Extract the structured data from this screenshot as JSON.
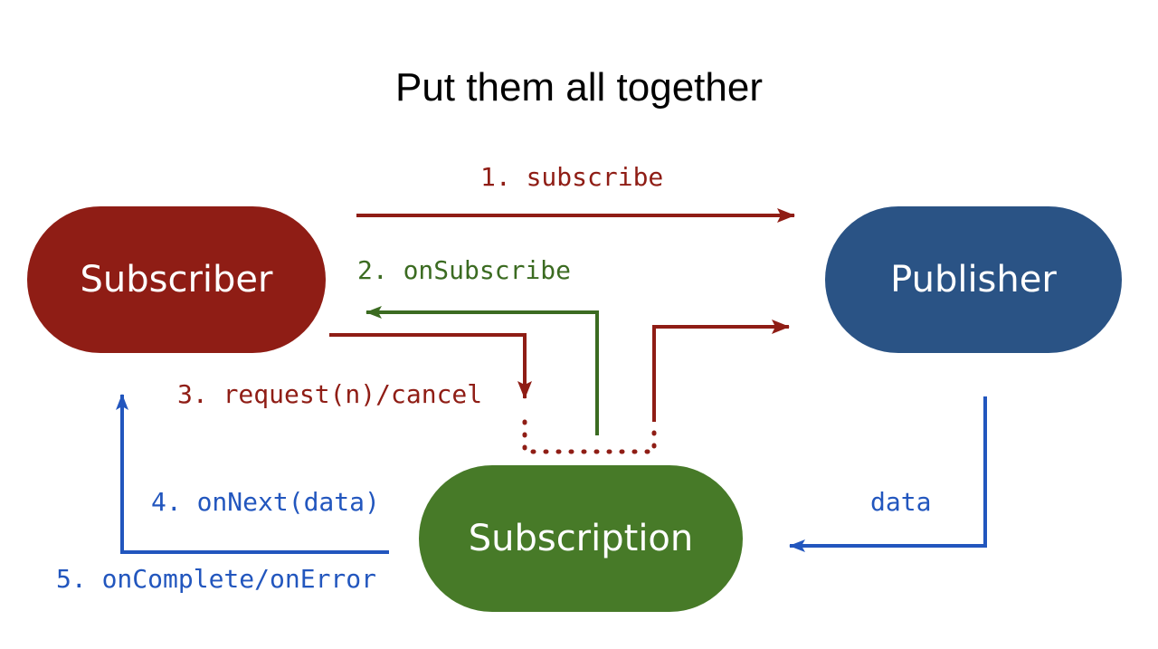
{
  "slide": {
    "title": "Put them all together",
    "background": "#ffffff"
  },
  "palette": {
    "red": "#8F1D15",
    "blue": "#2A5385",
    "green": "#477A28",
    "label_green": "#3B6B21",
    "label_blue": "#2256BE",
    "text_white": "#ffffff",
    "title_black": "#000000"
  },
  "nodes": [
    {
      "id": "subscriber",
      "label": "Subscriber",
      "color": "#8F1D15"
    },
    {
      "id": "publisher",
      "label": "Publisher",
      "color": "#2A5385"
    },
    {
      "id": "subscription",
      "label": "Subscription",
      "color": "#477A28"
    }
  ],
  "edges": [
    {
      "id": "subscribe",
      "label": "1. subscribe",
      "color": "#8F1D15",
      "from": "subscriber",
      "to": "publisher",
      "style": "solid",
      "direction": "right"
    },
    {
      "id": "onsubscribe",
      "label": "2. onSubscribe",
      "color": "#3B6B21",
      "from": "subscription",
      "to": "subscriber",
      "style": "solid",
      "direction": "left"
    },
    {
      "id": "request-cancel",
      "label": "3. request(n)/cancel",
      "color": "#8F1D15",
      "from": "subscriber",
      "to": "subscription",
      "style": "solid-then-dotted",
      "direction": "down"
    },
    {
      "id": "onnext",
      "label": "4. onNext(data)",
      "color": "#2256BE",
      "from": "subscription",
      "to": "subscriber",
      "style": "solid",
      "direction": "up"
    },
    {
      "id": "oncomplete-onerror",
      "label": "5. onComplete/onError",
      "color": "#2256BE",
      "from": "subscription",
      "to": "subscriber",
      "style": "solid",
      "direction": "up"
    },
    {
      "id": "data",
      "label": "data",
      "color": "#2256BE",
      "from": "publisher",
      "to": "subscription",
      "style": "solid",
      "direction": "left"
    }
  ]
}
